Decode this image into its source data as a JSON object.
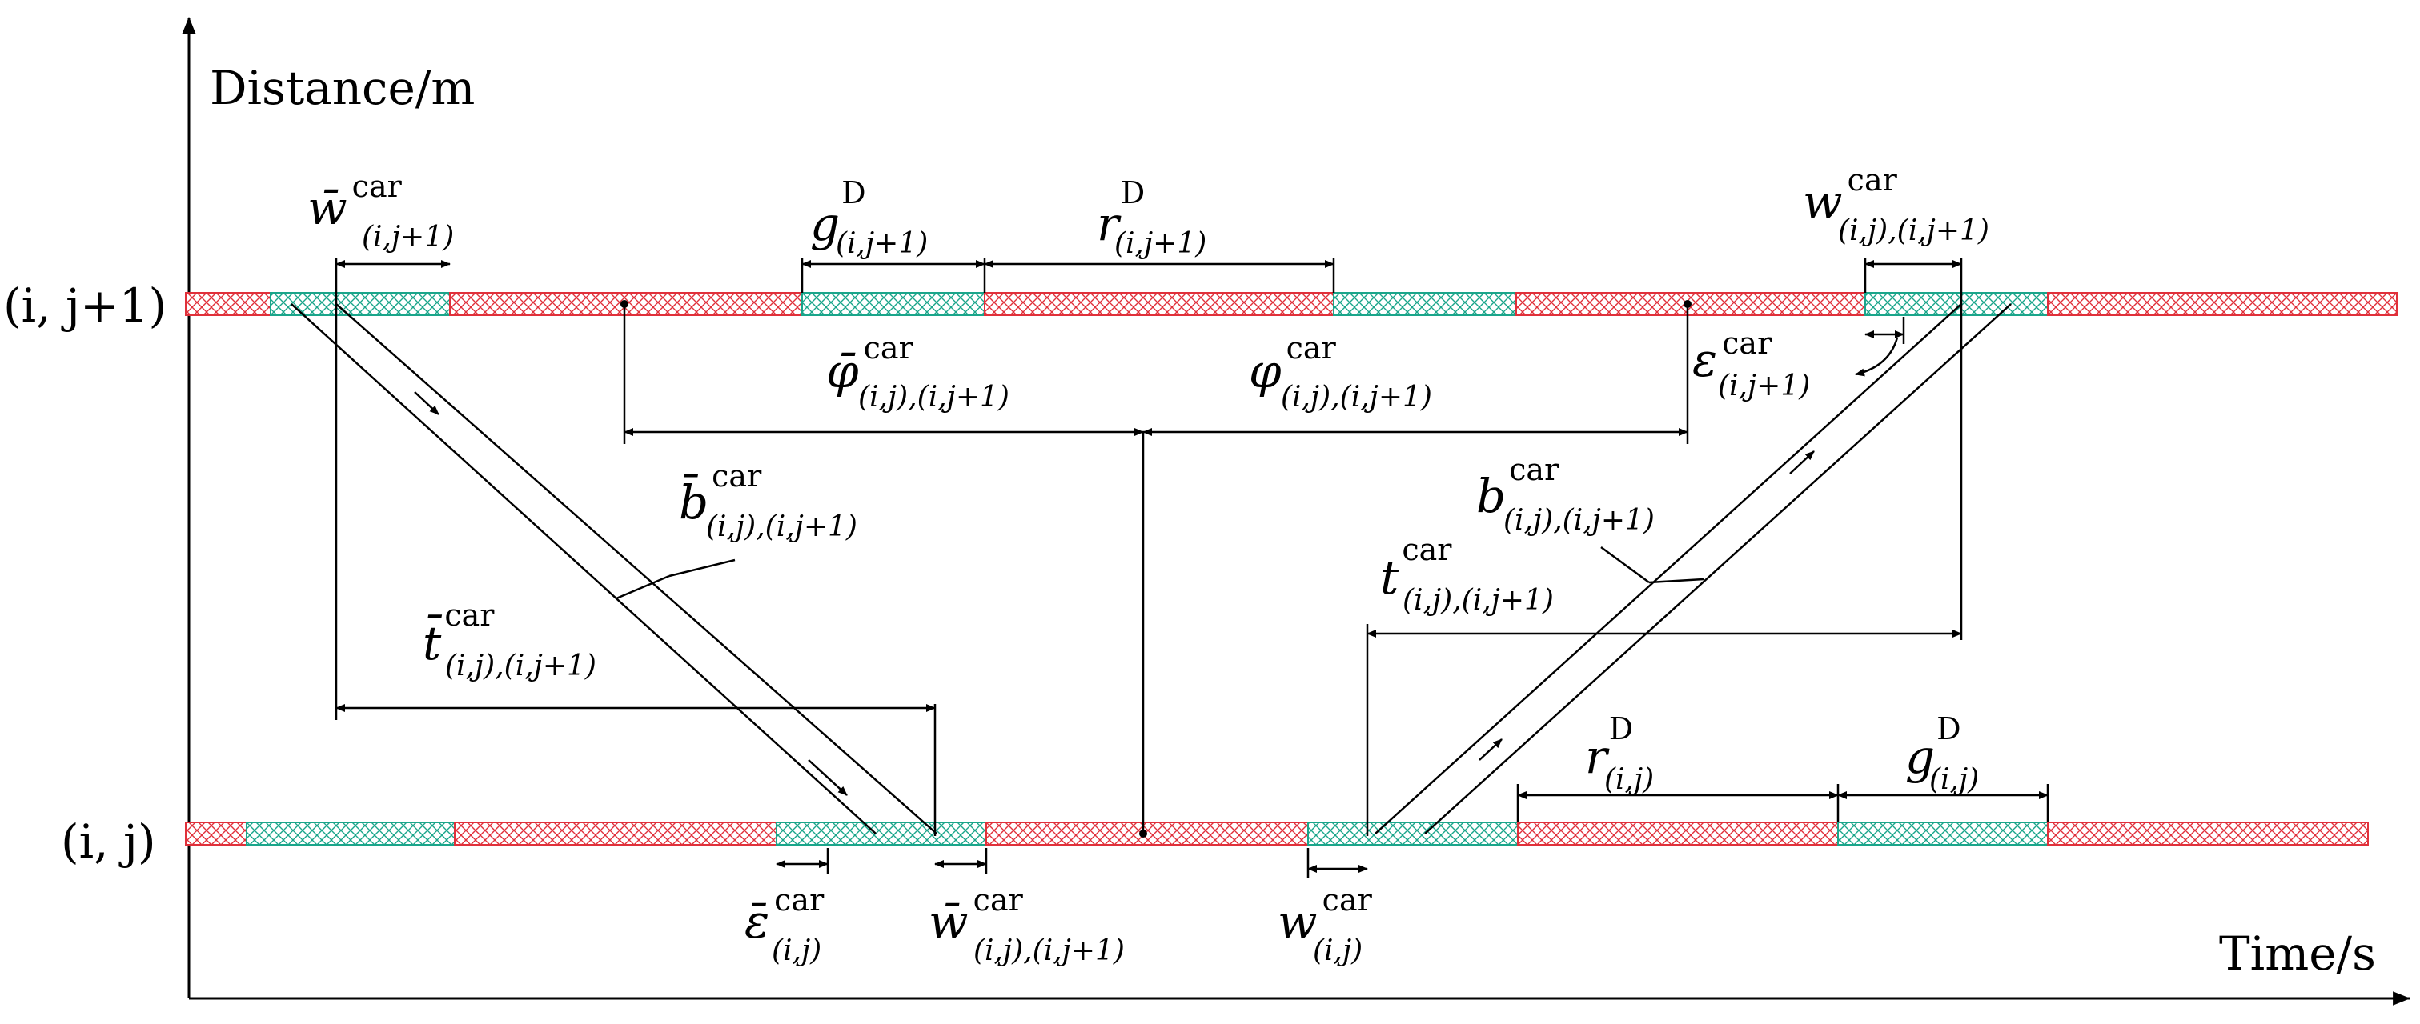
{
  "axes": {
    "y_label": "Distance/m",
    "x_label": "Time/s",
    "row_top_label": "(i, j+1)",
    "row_bottom_label": "(i, j)"
  },
  "colors": {
    "red_phase": "#e0303a",
    "green_phase": "#1aa58a",
    "line": "#000000"
  },
  "symbols": {
    "wbar_top": {
      "base": "w̄",
      "sup": "car",
      "sub": "(i,j+1)"
    },
    "g_top": {
      "base": "g",
      "sup": "D",
      "sub": "(i,j+1)"
    },
    "r_top": {
      "base": "r",
      "sup": "D",
      "sub": "(i,j+1)"
    },
    "w_top": {
      "base": "w",
      "sup": "car",
      "sub": "(i,j),(i,j+1)"
    },
    "phibar": {
      "base": "φ̄",
      "sup": "car",
      "sub": "(i,j),(i,j+1)"
    },
    "phi": {
      "base": "φ",
      "sup": "car",
      "sub": "(i,j),(i,j+1)"
    },
    "eps_top": {
      "base": "ε",
      "sup": "car",
      "sub": "(i,j+1)"
    },
    "bbar": {
      "base": "b̄",
      "sup": "car",
      "sub": "(i,j),(i,j+1)"
    },
    "b": {
      "base": "b",
      "sup": "car",
      "sub": "(i,j),(i,j+1)"
    },
    "tbar": {
      "base": "t̄",
      "sup": "car",
      "sub": "(i,j),(i,j+1)"
    },
    "t": {
      "base": "t",
      "sup": "car",
      "sub": "(i,j),(i,j+1)"
    },
    "r_bot": {
      "base": "r",
      "sup": "D",
      "sub": "(i,j)"
    },
    "g_bot": {
      "base": "g",
      "sup": "D",
      "sub": "(i,j)"
    },
    "epsbar_bot": {
      "base": "ε̄",
      "sup": "car",
      "sub": "(i,j)"
    },
    "wbar_bot": {
      "base": "w̄",
      "sup": "car",
      "sub": "(i,j),(i,j+1)"
    },
    "w_bot": {
      "base": "w",
      "sup": "car",
      "sub": "(i,j)"
    }
  }
}
